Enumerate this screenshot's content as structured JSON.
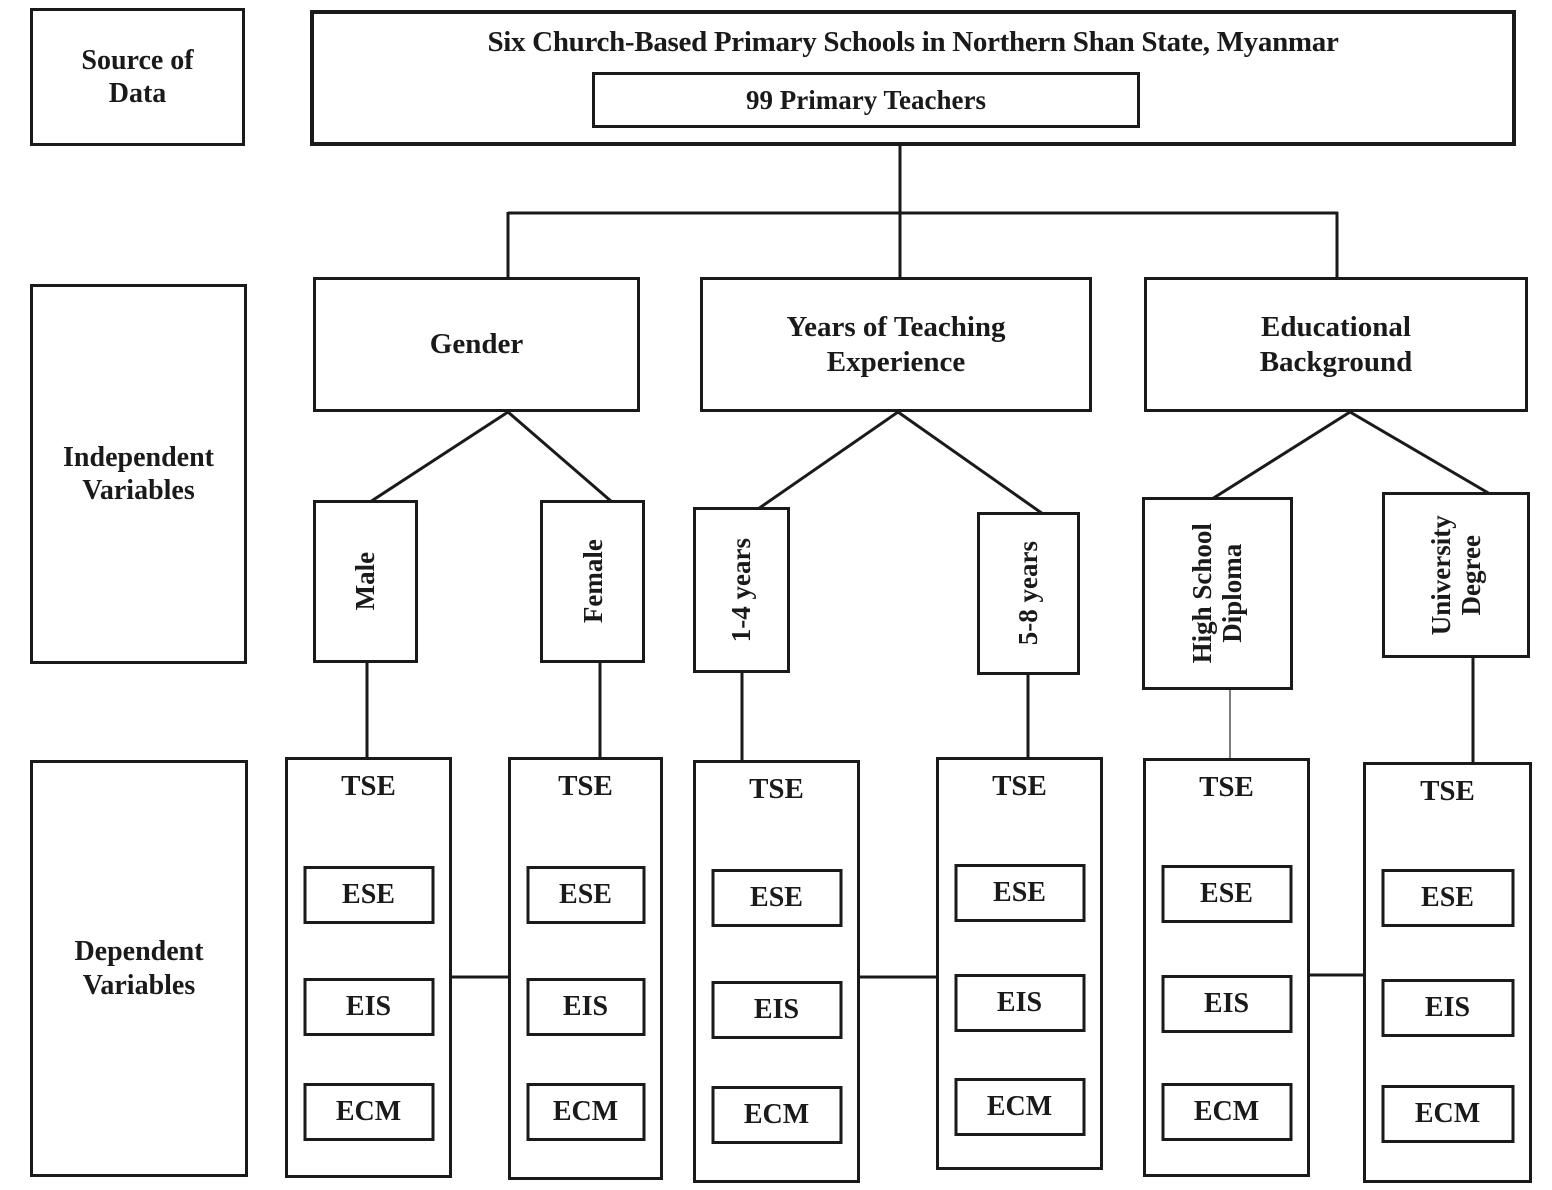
{
  "diagram": {
    "source": {
      "line1": "Source of",
      "line2": "Data"
    },
    "population": {
      "title": "Six Church-Based Primary Schools in Northern Shan State, Myanmar",
      "sample": "99 Primary Teachers"
    },
    "independent": {
      "label": {
        "line1": "Independent",
        "line2": "Variables"
      },
      "gender": {
        "label": "Gender",
        "male": "Male",
        "female": "Female"
      },
      "experience": {
        "line1": "Years of Teaching",
        "line2": "Experience",
        "level1": "1-4 years",
        "level2": "5-8 years"
      },
      "education": {
        "line1": "Educational",
        "line2": "Background",
        "level1_line1": "High School",
        "level1_line2": "Diploma",
        "level2_line1": "University",
        "level2_line2": "Degree"
      }
    },
    "dependent": {
      "label": {
        "line1": "Dependent",
        "line2": "Variables"
      },
      "columns": [
        {
          "tse": "TSE",
          "ese": "ESE",
          "eis": "EIS",
          "ecm": "ECM"
        },
        {
          "tse": "TSE",
          "ese": "ESE",
          "eis": "EIS",
          "ecm": "ECM"
        },
        {
          "tse": "TSE",
          "ese": "ESE",
          "eis": "EIS",
          "ecm": "ECM"
        },
        {
          "tse": "TSE",
          "ese": "ESE",
          "eis": "EIS",
          "ecm": "ECM"
        },
        {
          "tse": "TSE",
          "ese": "ESE",
          "eis": "EIS",
          "ecm": "ECM"
        },
        {
          "tse": "TSE",
          "ese": "ESE",
          "eis": "EIS",
          "ecm": "ECM"
        }
      ]
    }
  }
}
